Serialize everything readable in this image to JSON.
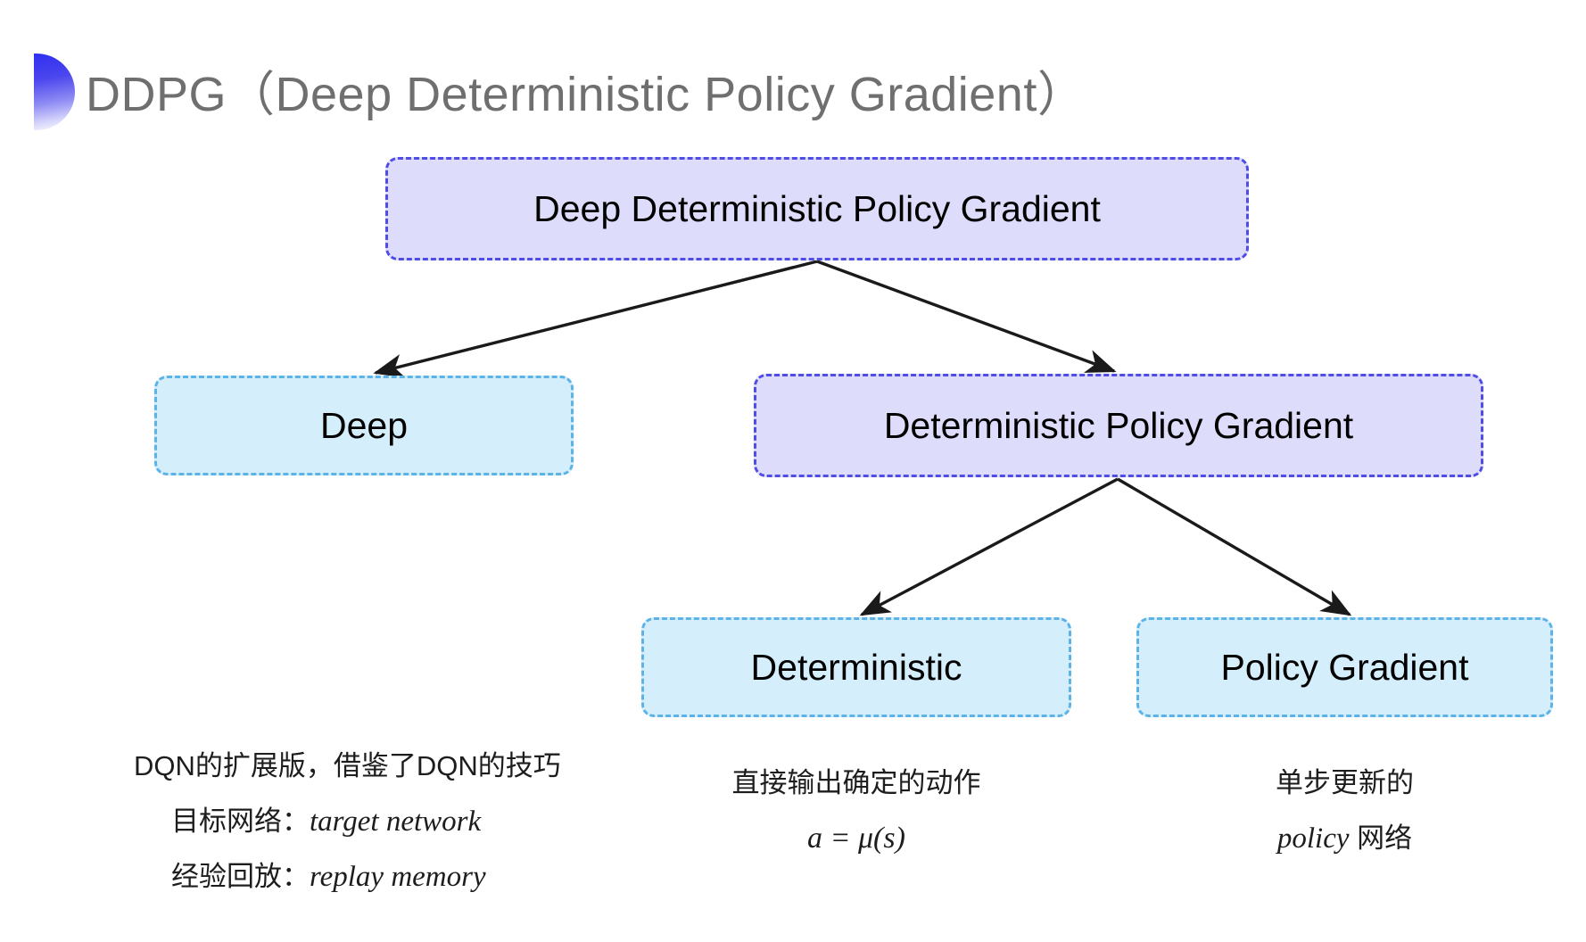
{
  "slide": {
    "title": "DDPG（Deep Deterministic Policy Gradient）",
    "background_color": "#ffffff",
    "title_color": "#6f6f6f",
    "accent_color": "#3a38f0"
  },
  "diagram": {
    "type": "tree",
    "node_colors": {
      "purple_fill": "#dedcfb",
      "purple_border": "#4f4de6",
      "blue_fill": "#d4eefc",
      "blue_border": "#5cb3e8",
      "arrow": "#1a1a1a"
    },
    "nodes": {
      "root": "Deep Deterministic Policy Gradient",
      "deep": "Deep",
      "dpg": "Deterministic Policy Gradient",
      "deterministic": "Deterministic",
      "policy_gradient": "Policy Gradient"
    },
    "edges": [
      {
        "from": "root",
        "to": "deep"
      },
      {
        "from": "root",
        "to": "dpg"
      },
      {
        "from": "dpg",
        "to": "deterministic"
      },
      {
        "from": "dpg",
        "to": "policy_gradient"
      }
    ]
  },
  "captions": {
    "deep": {
      "line1": "DQN的扩展版，借鉴了DQN的技巧",
      "line2_label": "目标网络：",
      "line2_term": "target network",
      "line3_label": "经验回放：",
      "line3_term": "replay memory"
    },
    "deterministic": {
      "line1": "直接输出确定的动作",
      "formula": "a = μ(s)"
    },
    "policy_gradient": {
      "line1": "单步更新的",
      "line2_term": "policy",
      "line2_suffix": " 网络"
    }
  }
}
